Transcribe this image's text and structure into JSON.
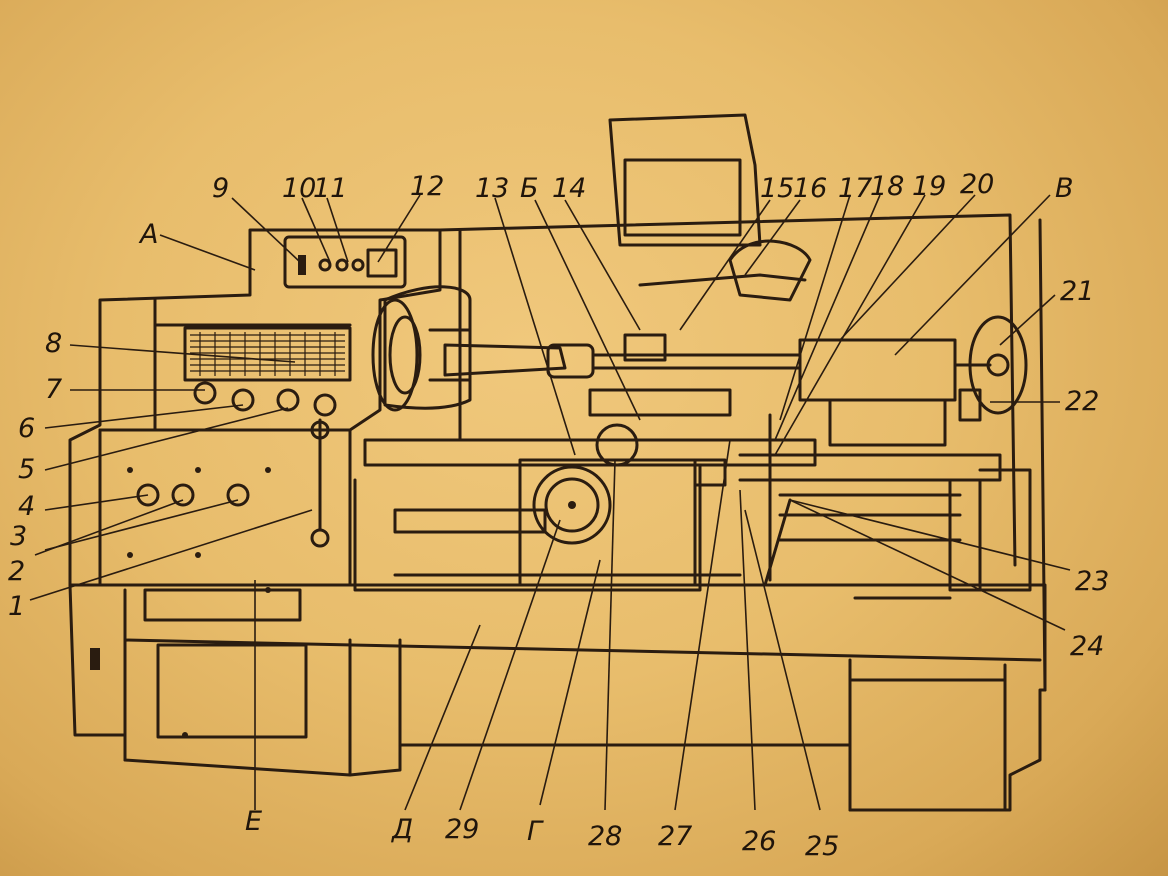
{
  "figure": {
    "labels": [
      {
        "id": "A",
        "text": "А"
      },
      {
        "id": "B1",
        "text": "Б"
      },
      {
        "id": "V",
        "text": "В"
      },
      {
        "id": "G",
        "text": "Г"
      },
      {
        "id": "D",
        "text": "Д"
      },
      {
        "id": "E",
        "text": "Е"
      },
      {
        "id": "n1",
        "text": "1"
      },
      {
        "id": "n2",
        "text": "2"
      },
      {
        "id": "n3",
        "text": "3"
      },
      {
        "id": "n4",
        "text": "4"
      },
      {
        "id": "n5",
        "text": "5"
      },
      {
        "id": "n6",
        "text": "6"
      },
      {
        "id": "n7",
        "text": "7"
      },
      {
        "id": "n8",
        "text": "8"
      },
      {
        "id": "n9",
        "text": "9"
      },
      {
        "id": "n10",
        "text": "10"
      },
      {
        "id": "n11",
        "text": "11"
      },
      {
        "id": "n12",
        "text": "12"
      },
      {
        "id": "n13",
        "text": "13"
      },
      {
        "id": "n14",
        "text": "14"
      },
      {
        "id": "n15",
        "text": "15"
      },
      {
        "id": "n16",
        "text": "16"
      },
      {
        "id": "n17",
        "text": "17"
      },
      {
        "id": "n18",
        "text": "18"
      },
      {
        "id": "n19",
        "text": "19"
      },
      {
        "id": "n20",
        "text": "20"
      },
      {
        "id": "n21",
        "text": "21"
      },
      {
        "id": "n22",
        "text": "22"
      },
      {
        "id": "n23",
        "text": "23"
      },
      {
        "id": "n24",
        "text": "24"
      },
      {
        "id": "n25",
        "text": "25"
      },
      {
        "id": "n26",
        "text": "26"
      },
      {
        "id": "n27",
        "text": "27"
      },
      {
        "id": "n28",
        "text": "28"
      },
      {
        "id": "n29",
        "text": "29"
      }
    ]
  }
}
